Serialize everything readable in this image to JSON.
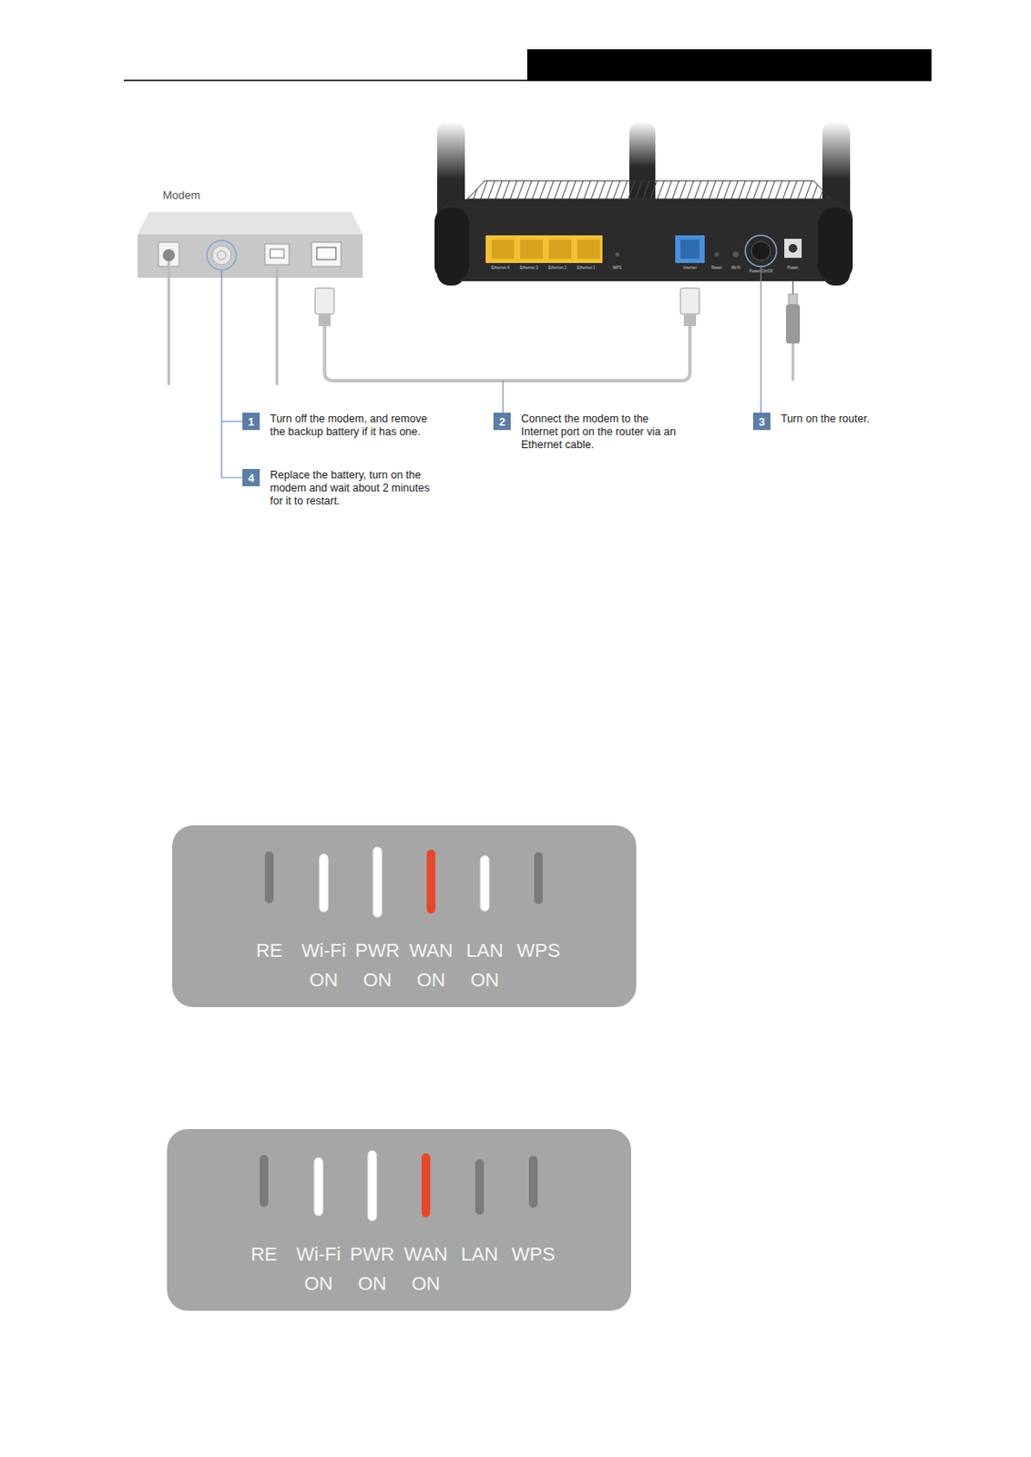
{
  "diagram": {
    "nodes": [
      {
        "text": [
          "1",
          "Turn off the modem, and remove the backup battery if it has one."
        ]
      },
      {
        "text": [
          "2",
          "Connect the modem to the Internet port on the router via an Ethernet cable."
        ]
      },
      {
        "text": [
          "3",
          "Turn on the router."
        ]
      },
      {
        "text": [
          "4",
          "Replace the battery, turn on the modem and wait about 2 minutes for it to restart."
        ]
      },
      {
        "text": [
          "RE",
          "Wi-Fi",
          "PWR",
          "WAN",
          "LAN",
          "WPS",
          "ON",
          "ON",
          "ON",
          "ON"
        ]
      },
      {
        "text": [
          "RE",
          "Wi-Fi",
          "PWR",
          "WAN",
          "LAN",
          "WPS",
          "ON",
          "ON",
          "ON"
        ]
      }
    ],
    "labels": [
      "Modem",
      "Ethernet 4",
      "Ethernet 3",
      "Ethernet 2",
      "Ethernet 1",
      "WPS",
      "Internet",
      "Reset",
      "Wi-Fi",
      "Power On/Off",
      "Power"
    ]
  }
}
